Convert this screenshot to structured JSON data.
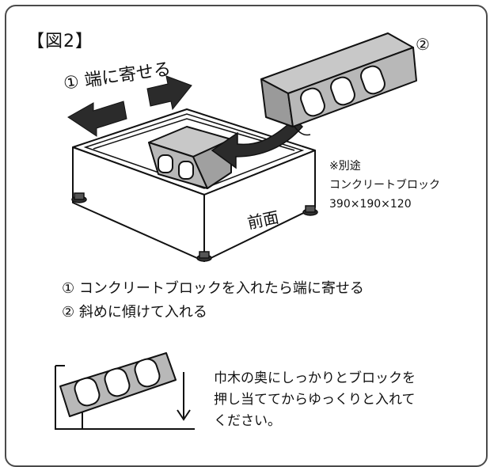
{
  "figure": {
    "label": "【図2】",
    "step1_label": "① 端に寄せる",
    "step2_number": "②",
    "front_label": "前面"
  },
  "note": {
    "line1": "※別途",
    "line2": "コンクリートブロック",
    "line3": "390×190×120"
  },
  "steps": [
    "① コンクリートブロックを入れたら端に寄せる",
    "② 斜めに傾けて入れる"
  ],
  "tip": {
    "line1": "巾木の奥にしっかりとブロックを",
    "line2": "押し当ててからゆっくりと入れて",
    "line3": "ください。"
  },
  "colors": {
    "block_fill": "#b8b8b8",
    "block_dark": "#8c8c8c",
    "arrow_fill": "#2b2b2b",
    "line": "#111111"
  }
}
